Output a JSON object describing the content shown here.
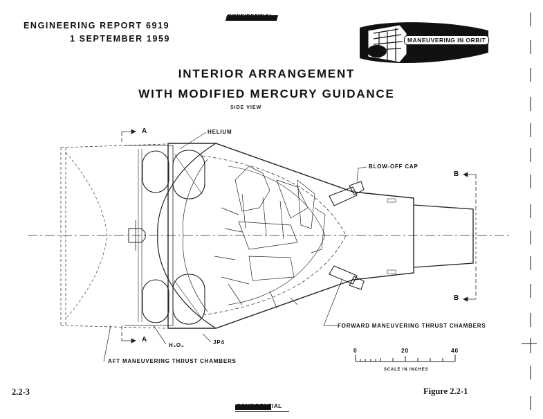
{
  "header": {
    "report_number": "ENGINEERING REPORT 6919",
    "report_date": "1 SEPTEMBER 1959",
    "classification_top": "CONFIDENTIAL",
    "classification_bottom": "CONFIDENTIAL"
  },
  "badge": {
    "label": "MANEUVERING IN ORBIT"
  },
  "title": {
    "line1": "INTERIOR ARRANGEMENT",
    "line2": "WITH MODIFIED MERCURY GUIDANCE",
    "view": "SIDE VIEW"
  },
  "callouts": {
    "helium": "HELIUM",
    "blow_off_cap": "BLOW-OFF CAP",
    "section_a": "A",
    "section_b": "B",
    "h2o2": "H₂O₂",
    "jp4": "JP4",
    "forward_thrust": "FORWARD MANEUVERING THRUST CHAMBERS",
    "aft_thrust": "AFT MANEUVERING THRUST CHAMBERS"
  },
  "scale": {
    "tick_0": "0",
    "tick_20": "20",
    "tick_40": "40",
    "caption": "SCALE IN INCHES"
  },
  "footer": {
    "page_number": "2.2-3",
    "figure_label": "Figure 2.2-1"
  }
}
